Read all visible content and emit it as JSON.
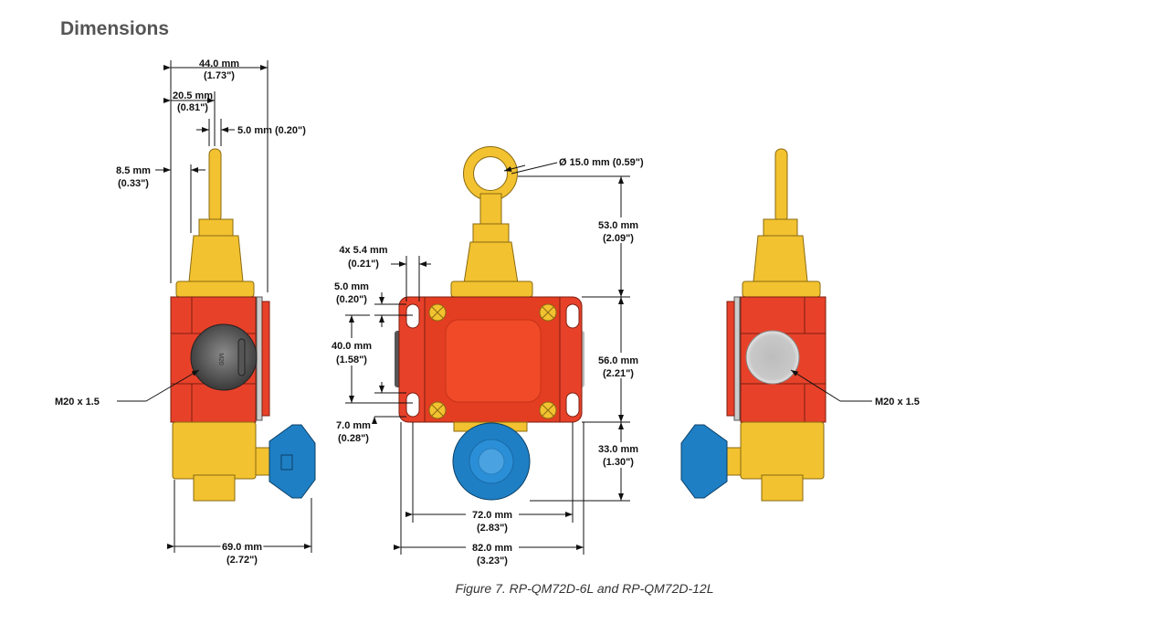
{
  "header": {
    "title": "Dimensions"
  },
  "caption": "Figure 7. RP-QM72D-6L and RP-QM72D-12L",
  "cap_marking": "M20",
  "dims": {
    "width_total": {
      "mm": "44.0 mm",
      "in": "(1.73\")"
    },
    "rod_offset": {
      "mm": "20.5 mm",
      "in": "(0.81\")"
    },
    "rod_dia": {
      "mm": "5.0 mm (0.20\")"
    },
    "top_offset": {
      "mm": "8.5 mm",
      "in": "(0.33\")"
    },
    "thread_left": {
      "label": "M20 x 1.5"
    },
    "thread_right": {
      "label": "M20 x 1.5"
    },
    "depth_total": {
      "mm": "69.0 mm",
      "in": "(2.72\")"
    },
    "ring_dia": {
      "mm": "Ø 15.0 mm (0.59\")"
    },
    "head_height": {
      "mm": "53.0 mm",
      "in": "(2.09\")"
    },
    "box_height": {
      "mm": "56.0 mm",
      "in": "(2.21\")"
    },
    "knob_height": {
      "mm": "33.0 mm",
      "in": "(1.30\")"
    },
    "hole_dia": {
      "mm": "4x 5.4 mm",
      "in": "(0.21\")"
    },
    "hole_edge": {
      "mm": "5.0 mm",
      "in": "(0.20\")"
    },
    "hole_spacing": {
      "mm": "40.0 mm",
      "in": "(1.58\")"
    },
    "hole_bottom": {
      "mm": "7.0 mm",
      "in": "(0.28\")"
    },
    "hole_pitch": {
      "mm": "72.0 mm",
      "in": "(2.83\")"
    },
    "width_front": {
      "mm": "82.0 mm",
      "in": "(3.23\")"
    }
  }
}
